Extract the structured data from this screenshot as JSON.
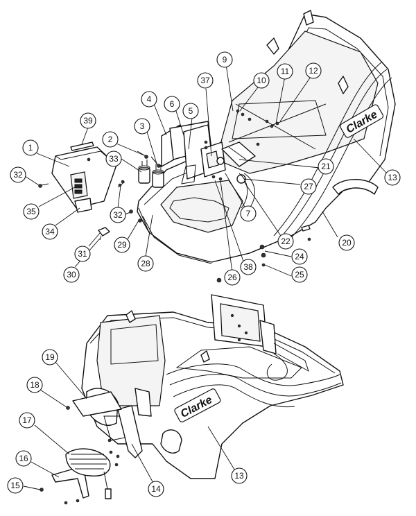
{
  "logo": {
    "brand_text": "Clarke"
  },
  "callouts": [
    {
      "id": "c1",
      "label": "1"
    },
    {
      "id": "c2",
      "label": "2"
    },
    {
      "id": "c3",
      "label": "3"
    },
    {
      "id": "c4",
      "label": "4"
    },
    {
      "id": "c5",
      "label": "5"
    },
    {
      "id": "c6",
      "label": "6"
    },
    {
      "id": "c7",
      "label": "7"
    },
    {
      "id": "c9",
      "label": "9"
    },
    {
      "id": "c10",
      "label": "10"
    },
    {
      "id": "c11",
      "label": "11"
    },
    {
      "id": "c12",
      "label": "12"
    },
    {
      "id": "c13a",
      "label": "13"
    },
    {
      "id": "c13b",
      "label": "13"
    },
    {
      "id": "c14",
      "label": "14"
    },
    {
      "id": "c15",
      "label": "15"
    },
    {
      "id": "c16",
      "label": "16"
    },
    {
      "id": "c17",
      "label": "17"
    },
    {
      "id": "c18",
      "label": "18"
    },
    {
      "id": "c19",
      "label": "19"
    },
    {
      "id": "c20",
      "label": "20"
    },
    {
      "id": "c21",
      "label": "21"
    },
    {
      "id": "c22",
      "label": "22"
    },
    {
      "id": "c24",
      "label": "24"
    },
    {
      "id": "c25",
      "label": "25"
    },
    {
      "id": "c26",
      "label": "26"
    },
    {
      "id": "c27",
      "label": "27"
    },
    {
      "id": "c28",
      "label": "28"
    },
    {
      "id": "c29",
      "label": "29"
    },
    {
      "id": "c30",
      "label": "30"
    },
    {
      "id": "c31",
      "label": "31"
    },
    {
      "id": "c32a",
      "label": "32"
    },
    {
      "id": "c32b",
      "label": "32"
    },
    {
      "id": "c33",
      "label": "33"
    },
    {
      "id": "c34",
      "label": "34"
    },
    {
      "id": "c35",
      "label": "35"
    },
    {
      "id": "c37",
      "label": "37"
    },
    {
      "id": "c38",
      "label": "38"
    },
    {
      "id": "c39",
      "label": "39"
    }
  ]
}
